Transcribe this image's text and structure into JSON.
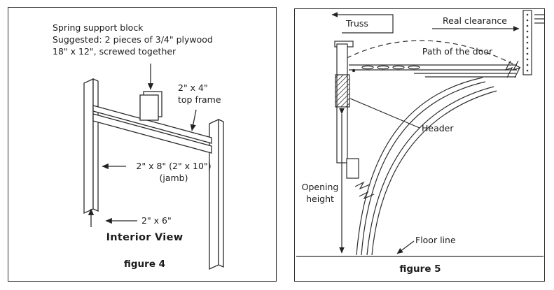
{
  "figure4": {
    "annotation_line1": "Spring support block",
    "annotation_line2": "Suggested: 2 pieces of 3/4\" plywood",
    "annotation_line3": "18\" x 12\", screwed together",
    "label_top_frame_line1": "2\" x 4\"",
    "label_top_frame_line2": "top frame",
    "label_jamb_line1": "2\" x 8\" (2\" x 10\")",
    "label_jamb_line2": "(jamb)",
    "label_2x6": "2\" x 6\"",
    "title": "Interior View",
    "caption": "figure 4"
  },
  "figure5": {
    "label_truss": "Truss",
    "label_real_clearance": "Real clearance",
    "label_path_of_door": "Path of the door",
    "label_header": "Header",
    "label_opening_line1": "Opening",
    "label_opening_line2": "height",
    "label_floor_line": "Floor line",
    "caption": "figure 5"
  },
  "colors": {
    "line": "#2b2b2b",
    "ink": "#1c1c1c"
  }
}
